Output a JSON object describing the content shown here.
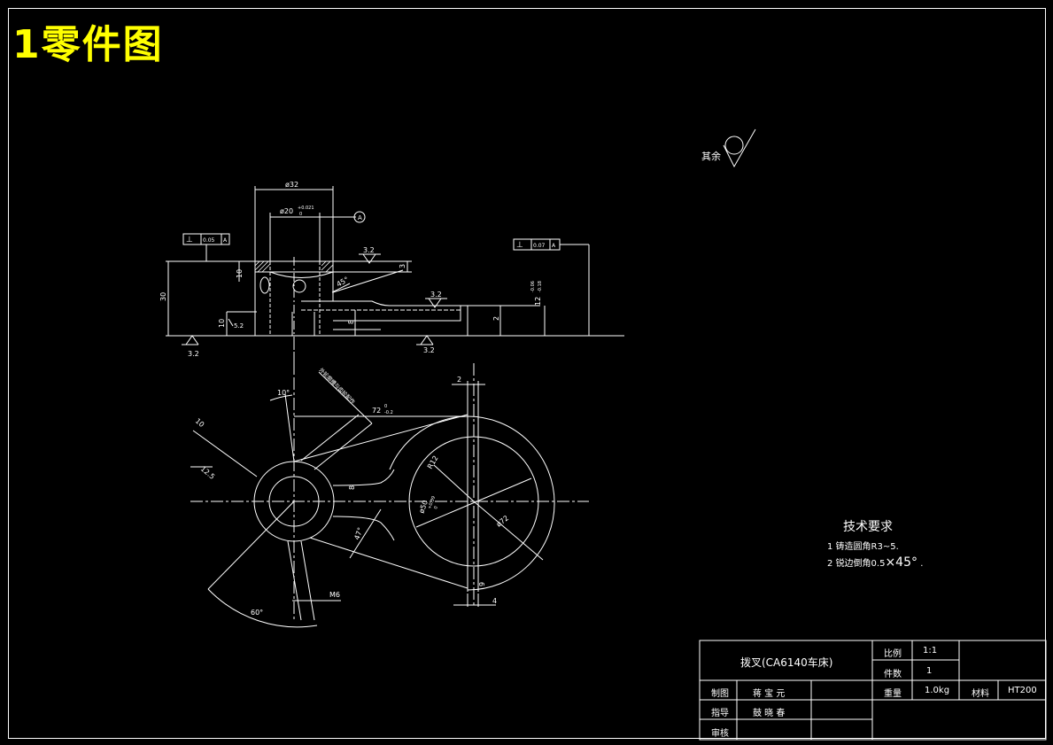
{
  "page_title": "1零件图",
  "roughness_note": {
    "label": "其余"
  },
  "tech_requirements": {
    "title": "技术要求",
    "items": [
      "1 铸造圆角R3~5.",
      "2 锐边倒角0.5",
      "×45°",
      "."
    ]
  },
  "dimensions": {
    "d32": "ø32",
    "d20": "ø20",
    "d20_tol_upper": "+0.021",
    "d20_tol_lower": "0",
    "dim_30": "30",
    "dim_10_top": "10",
    "dim_10_bottom": "10",
    "dim_3": "3",
    "dim_8": "8",
    "dim_2_right": "2",
    "dim_12": "12",
    "dim_12_tol_upper": "-0.06",
    "dim_12_tol_lower": "-0.18",
    "rough_3_2_a": "3.2",
    "rough_3_2_b": "3.2",
    "rough_3_2_c": "3.2",
    "rough_3_2_d": "3.2",
    "rough_3_2_e": "12.5",
    "rough_5_2": "5.2",
    "chamfer_45": "45°",
    "gd_t_left": {
      "symbol": "⊥",
      "value": "0.05",
      "datum": "A"
    },
    "gd_t_right": {
      "symbol": "⊥",
      "value": "0.07",
      "datum": "A"
    },
    "c_10": "10",
    "angle_10": "10°",
    "angle_60": "60°",
    "dim_72_2": "72",
    "dim_72_2_tol_upper": "0",
    "dim_72_2_tol_lower": "-0.2",
    "d50": "ø50",
    "d50_tol_upper": "+0.39",
    "d50_tol_lower": "0",
    "d72": "ø72",
    "R12": "R12",
    "m6": "M6",
    "dim_2_top": "2",
    "dim_4_bottom": "4",
    "dim_8_mid": "8",
    "dim_8_s": "8",
    "dim_47": "47°",
    "dim_9": "9",
    "slot_note": "外轮廓槽与齿轮配作"
  },
  "title_block": {
    "part_name": "拨叉(CA6140车床)",
    "scale_label": "比例",
    "scale_value": "1:1",
    "qty_label": "件数",
    "qty_value": "1",
    "drawn_label": "制图",
    "drawn_name": "蒋 宝 元",
    "weight_label": "重量",
    "weight_value": "1.0kg",
    "material_label": "材料",
    "material_value": "HT200",
    "guide_label": "指导",
    "guide_name": "鼓 晓 春",
    "review_label": "审核"
  }
}
